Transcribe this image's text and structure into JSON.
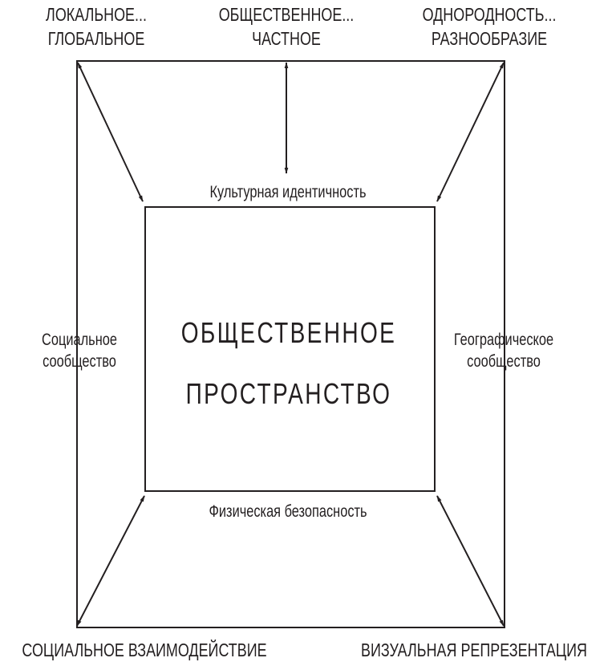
{
  "corners": {
    "top_left": [
      "ЛОКАЛЬНОЕ...",
      "ГЛОБАЛЬНОЕ"
    ],
    "top_center": [
      "ОБЩЕСТВЕННОЕ...",
      "ЧАСТНОЕ"
    ],
    "top_right": [
      "ОДНОРОДНОСТЬ...",
      "РАЗНООБРАЗИЕ"
    ],
    "bottom_left": "СОЦИАЛЬНОЕ ВЗАИМОДЕЙСТВИЕ",
    "bottom_right": "ВИЗУАЛЬНАЯ РЕПРЕЗЕНТАЦИЯ"
  },
  "sides": {
    "top": "Культурная идентичность",
    "bottom": "Физическая безопасность",
    "left": [
      "Социальное",
      "сообщество"
    ],
    "right": [
      "Географическое",
      "сообщество"
    ]
  },
  "center": [
    "ОБЩЕСТВЕННОЕ",
    "ПРОСТРАНСТВО"
  ],
  "colors": {
    "line": "#231f20"
  }
}
